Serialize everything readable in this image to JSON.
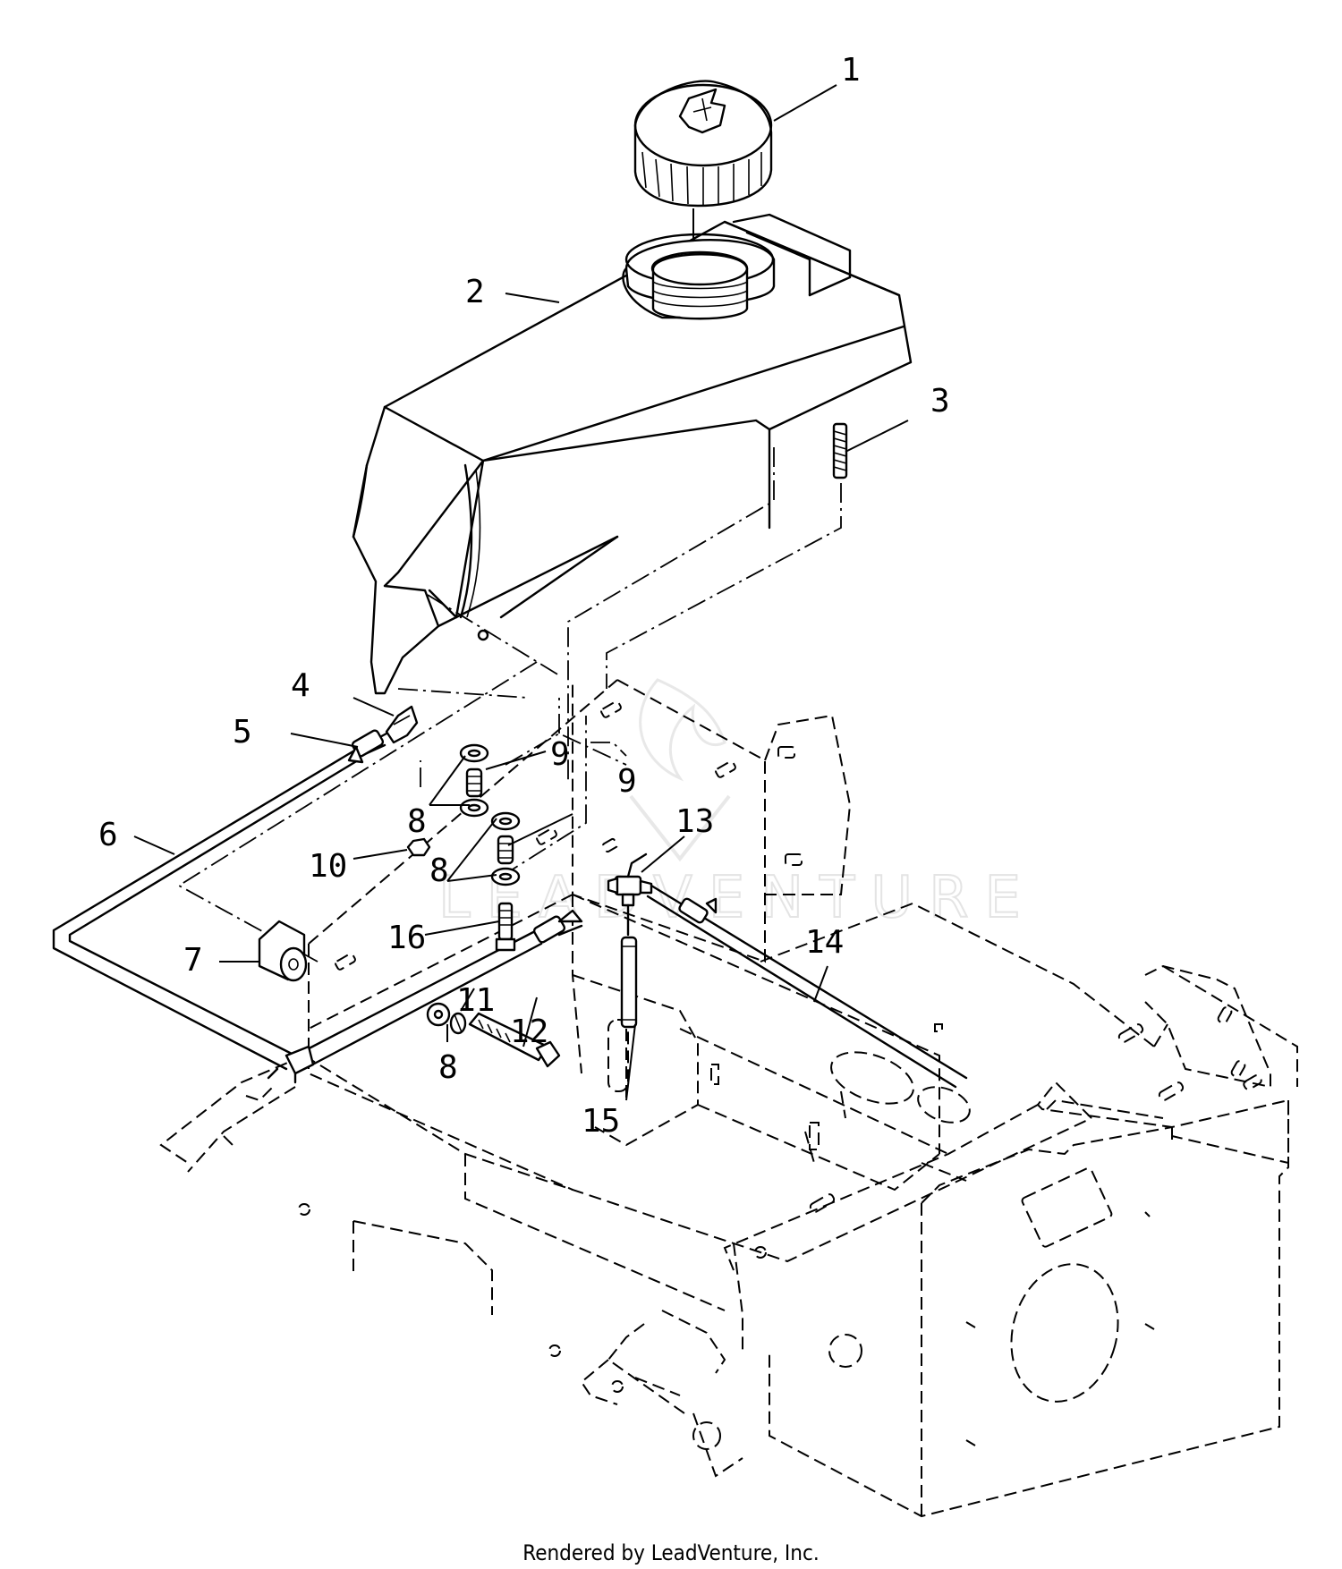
{
  "watermark": "LEADVENTURE",
  "footer": "Rendered by LeadVenture, Inc.",
  "callouts": [
    {
      "id": "c1",
      "label": "1"
    },
    {
      "id": "c2",
      "label": "2"
    },
    {
      "id": "c3",
      "label": "3"
    },
    {
      "id": "c4",
      "label": "4"
    },
    {
      "id": "c5",
      "label": "5"
    },
    {
      "id": "c6",
      "label": "6"
    },
    {
      "id": "c7",
      "label": "7"
    },
    {
      "id": "c8a",
      "label": "8"
    },
    {
      "id": "c8b",
      "label": "8"
    },
    {
      "id": "c8c",
      "label": "8"
    },
    {
      "id": "c9a",
      "label": "9"
    },
    {
      "id": "c9b",
      "label": "9"
    },
    {
      "id": "c10",
      "label": "10"
    },
    {
      "id": "c11",
      "label": "11"
    },
    {
      "id": "c12",
      "label": "12"
    },
    {
      "id": "c13",
      "label": "13"
    },
    {
      "id": "c14",
      "label": "14"
    },
    {
      "id": "c15",
      "label": "15"
    },
    {
      "id": "c16",
      "label": "16"
    }
  ]
}
